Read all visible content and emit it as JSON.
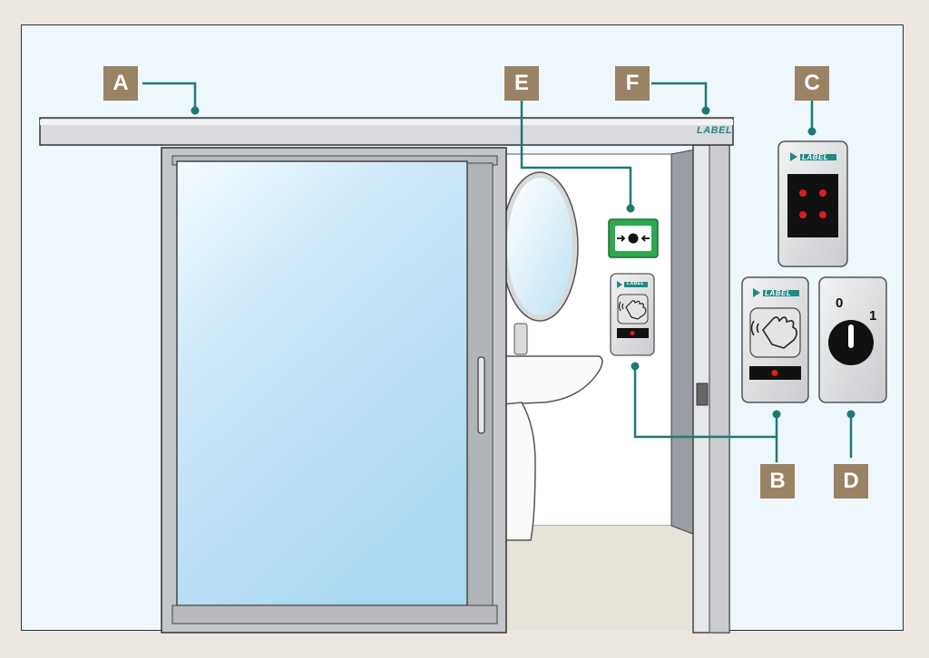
{
  "labels": {
    "a": "A",
    "b": "B",
    "c": "C",
    "d": "D",
    "e": "E",
    "f": "F"
  },
  "brand": "LABEL",
  "selector_positions": {
    "off": "0",
    "on": "1"
  },
  "colors": {
    "label_box": "#9a8264",
    "leader_line": "#1d7a73",
    "emergency_button": "#2fa84f",
    "indicator_led": "#d9201c",
    "glass": "#b3dcf3",
    "frame": "#c4c6c9",
    "background": "#eef7fc"
  },
  "icons": {
    "emergency": "break-glass-arrows-icon",
    "sensor": "touchless-hand-wave-icon",
    "keypad": "four-dot-keypad-icon",
    "selector": "key-switch-icon"
  }
}
